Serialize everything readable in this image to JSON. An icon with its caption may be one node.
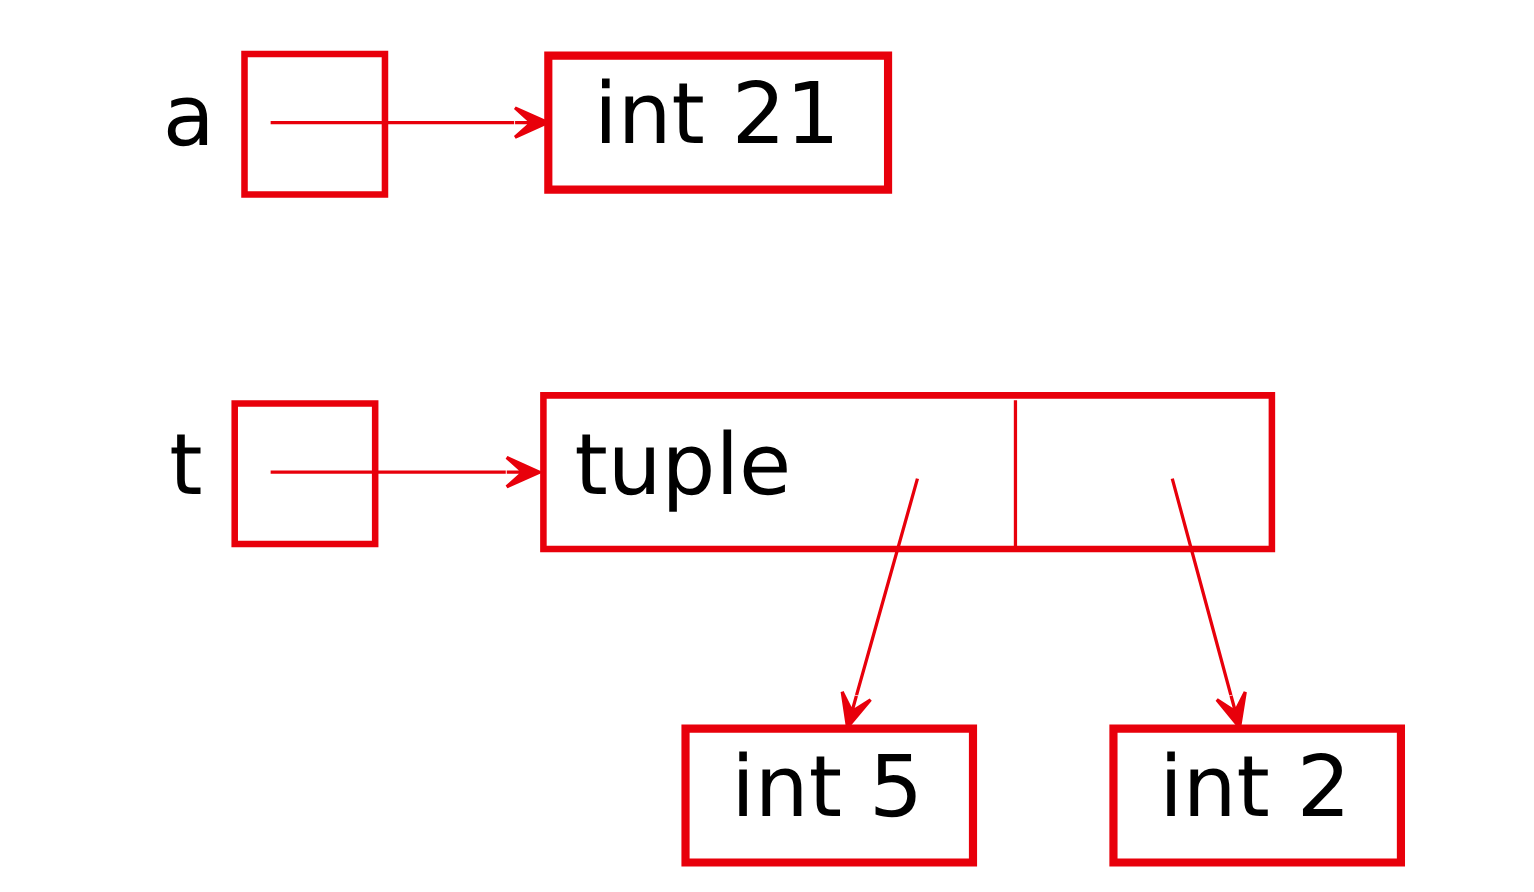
{
  "diagram": {
    "nodes": [
      {
        "text": [
          "a"
        ]
      },
      {
        "text": [
          "int 21"
        ]
      },
      {
        "text": [
          "t"
        ]
      },
      {
        "text": [
          "tuple"
        ]
      },
      {
        "text": [
          "int 5"
        ]
      },
      {
        "text": [
          "int 2"
        ]
      }
    ],
    "edges": [
      {
        "from": 0,
        "to": 1,
        "arrow": "to"
      },
      {
        "from": 2,
        "to": 3,
        "arrow": "to"
      },
      {
        "from": 3,
        "to": 4,
        "arrow": "to"
      },
      {
        "from": 3,
        "to": 5,
        "arrow": "to"
      }
    ]
  }
}
